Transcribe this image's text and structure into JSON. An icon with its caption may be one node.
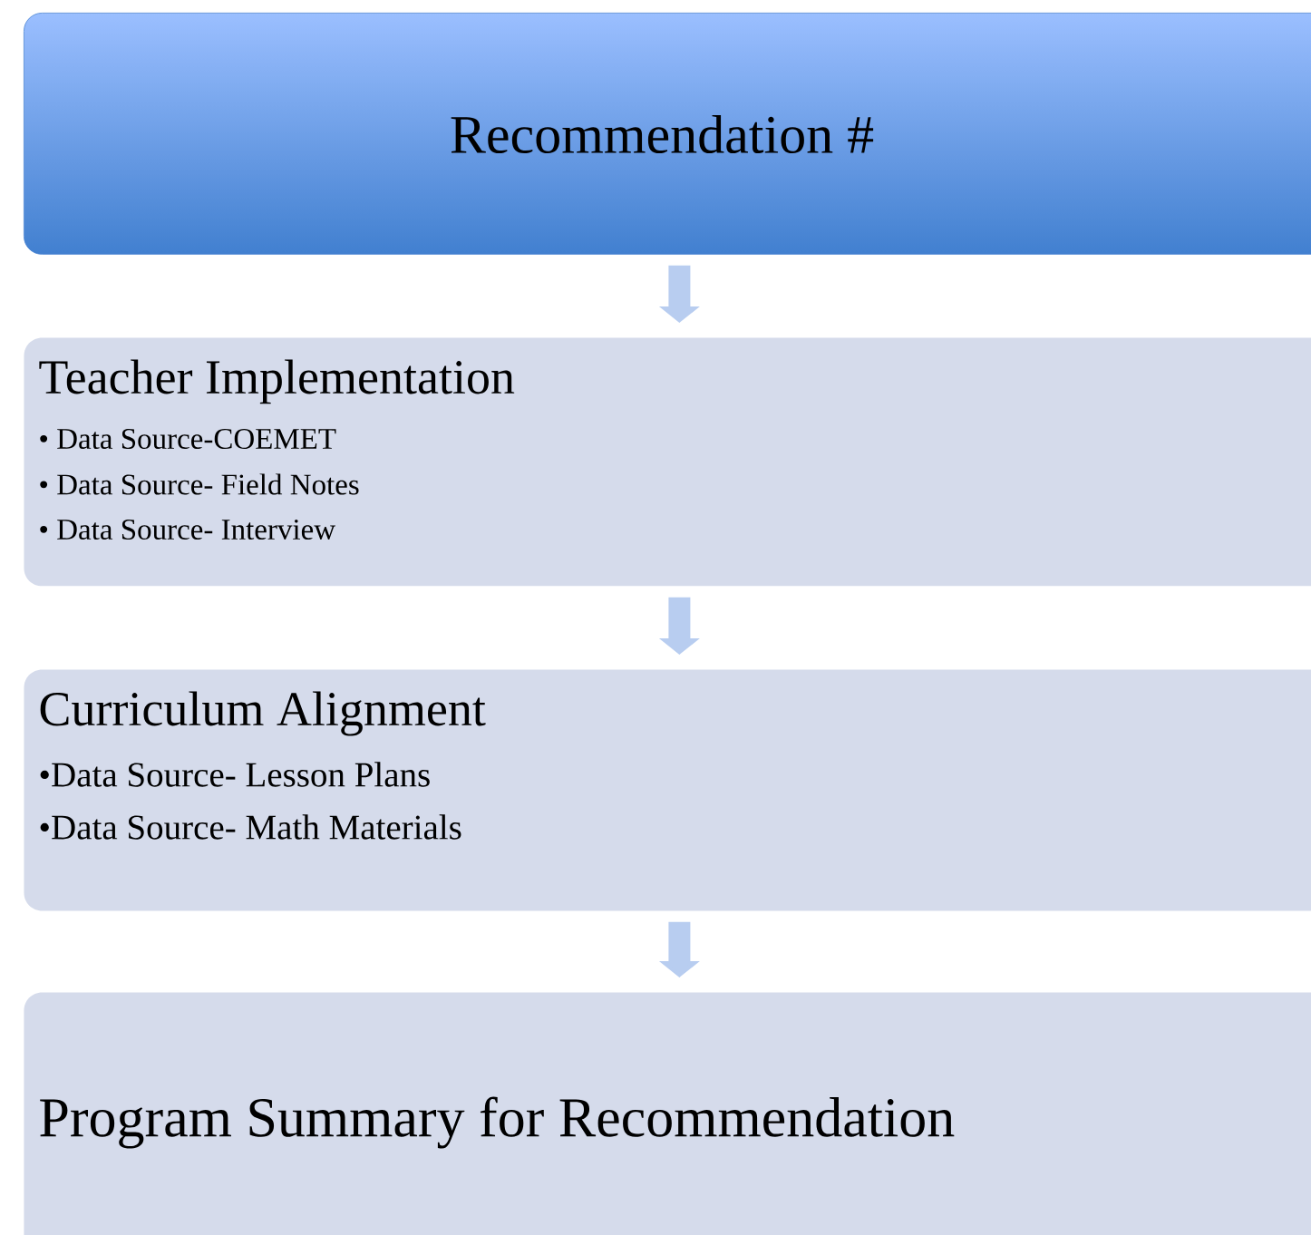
{
  "diagram": {
    "nodes": [
      {
        "text": [
          "Recommendation #"
        ]
      },
      {
        "text": [
          "Teacher Implementation",
          "• Data Source-COEMET",
          "• Data Source- Field Notes",
          "• Data Source- Interview"
        ]
      },
      {
        "text": [
          "Curriculum Alignment",
          "•Data Source- Lesson Plans",
          "•Data Source- Math Materials"
        ]
      },
      {
        "text": [
          "Program Summary for Recommendation"
        ]
      }
    ],
    "edges": [
      {
        "from": 0,
        "to": 1,
        "arrow": "to"
      },
      {
        "from": 1,
        "to": 2,
        "arrow": "to"
      },
      {
        "from": 2,
        "to": 3,
        "arrow": "to"
      }
    ]
  }
}
